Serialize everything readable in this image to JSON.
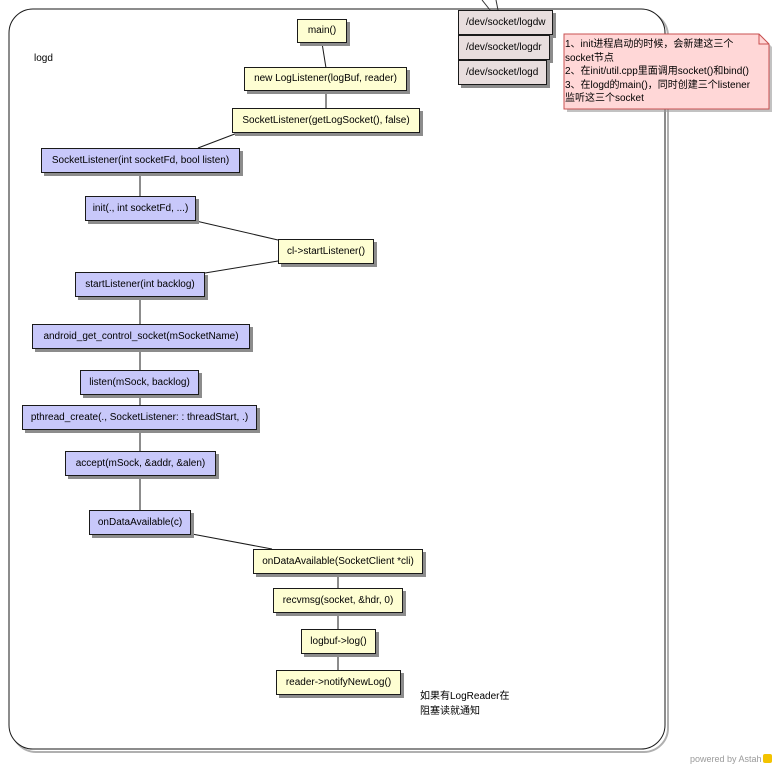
{
  "frame": {
    "label": "logd"
  },
  "sockets": [
    "/dev/socket/logdw",
    "/dev/socket/logdr",
    "/dev/socket/logd"
  ],
  "note": {
    "lines": [
      "1、init进程启动的时候，会新建这三个",
      "socket节点",
      "2、在init/util.cpp里面调用socket()和bind()",
      "3、在logd的main()，同时创建三个listener",
      "监听这三个socket"
    ]
  },
  "nodes": {
    "main": "main()",
    "new_log_listener": "new LogListener(logBuf, reader)",
    "socket_listener_ctor": "SocketListener(getLogSocket(), false)",
    "socket_listener_impl": "SocketListener(int socketFd, bool listen)",
    "init": "init(., int socketFd, ...)",
    "cl_start_listener": "cl->startListener()",
    "start_listener": "startListener(int backlog)",
    "android_get_control_socket": "android_get_control_socket(mSocketName)",
    "listen": "listen(mSock, backlog)",
    "pthread_create": "pthread_create(., SocketListener: : threadStart, .)",
    "accept": "accept(mSock, &addr, &alen)",
    "on_data_available_c": "onDataAvailable(c)",
    "on_data_available_cli": "onDataAvailable(SocketClient *cli)",
    "recvmsg": "recvmsg(socket, &hdr, 0)",
    "logbuf_log": "logbuf->log()",
    "reader_notify": "reader->notifyNewLog()"
  },
  "annotation": {
    "lines": [
      "如果有LogReader在",
      "阻塞读就通知"
    ]
  },
  "watermark": "powered by Astah",
  "colors": {
    "yellow_node": "#fefed2",
    "blue_node": "#c8c8fa",
    "socket_node": "#e8dede",
    "note_fill": "#ffd7d7",
    "note_border": "#c85050",
    "frame_border": "#1a1a1a"
  }
}
